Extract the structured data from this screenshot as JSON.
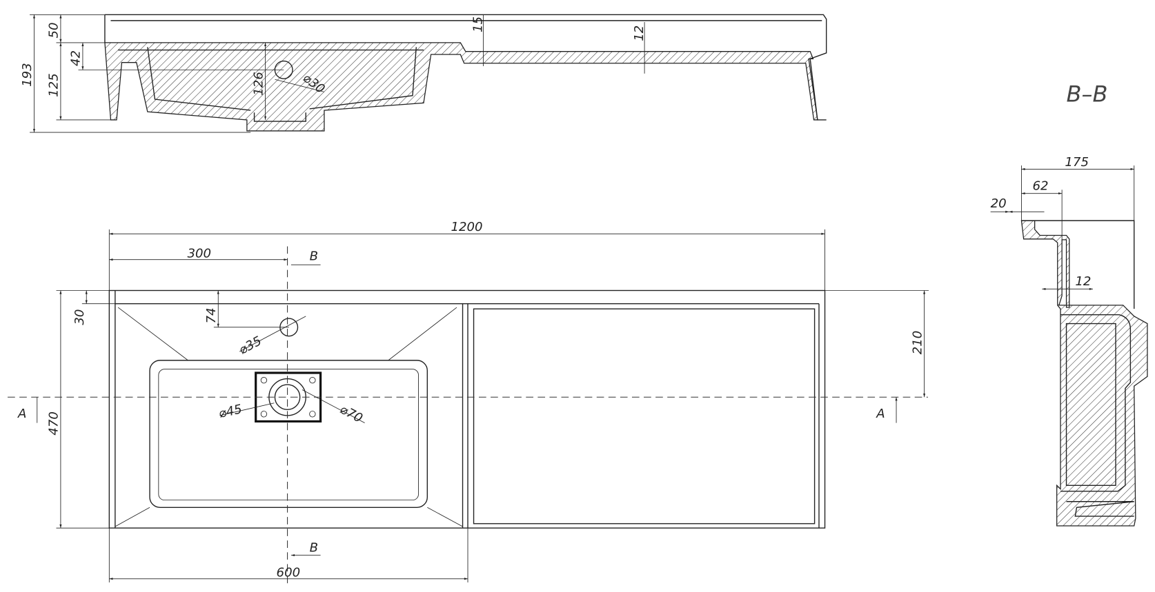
{
  "section_view": {
    "dims": {
      "overall_height": "193",
      "rim": "50",
      "bowl_depth": "125",
      "offset": "42",
      "inner_depth": "126",
      "hole": "⌀30",
      "step": "15",
      "slab": "12"
    }
  },
  "plan_view": {
    "dims": {
      "length": "1200",
      "tap_offset": "300",
      "basin_width": "600",
      "depth": "470",
      "back_edge": "30",
      "tap_depth": "74",
      "axis_depth": "210",
      "tap_hole": "⌀35",
      "drain_inner": "⌀45",
      "drain_outer": "⌀70"
    },
    "section_marks": {
      "a_left": "A",
      "a_right": "A",
      "b_top": "B",
      "b_bottom": "B"
    }
  },
  "detail_view": {
    "title": "B–B",
    "dims": {
      "width": "175",
      "step": "62",
      "lip": "20",
      "wall": "12"
    }
  }
}
